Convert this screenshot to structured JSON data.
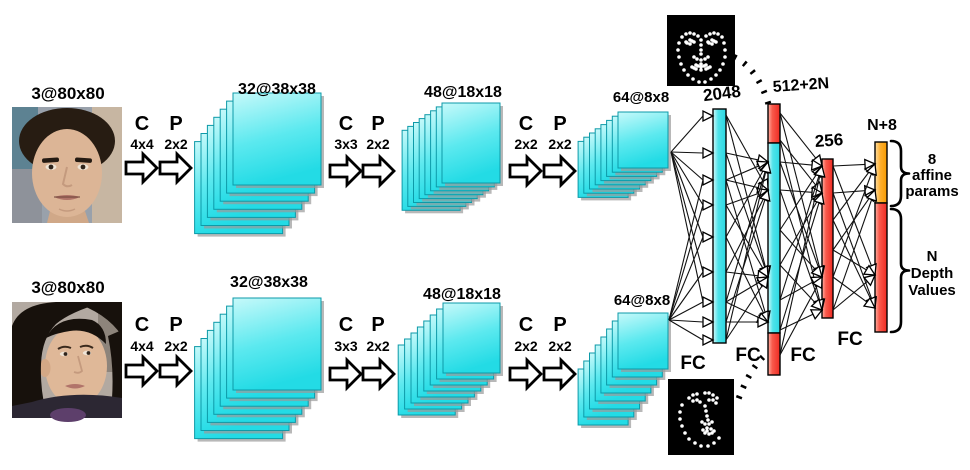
{
  "streams": [
    {
      "input_label": "3@80x80",
      "stages": [
        {
          "conv_label": "C",
          "conv_kernel": "4x4",
          "pool_label": "P",
          "pool_kernel": "2x2"
        },
        {
          "conv_label": "C",
          "conv_kernel": "3x3",
          "pool_label": "P",
          "pool_kernel": "2x2"
        },
        {
          "conv_label": "C",
          "conv_kernel": "2x2",
          "pool_label": "P",
          "pool_kernel": "2x2"
        }
      ],
      "feature_maps": [
        {
          "label": "32@38x38"
        },
        {
          "label": "48@18x18"
        },
        {
          "label": "64@8x8"
        }
      ]
    },
    {
      "input_label": "3@80x80",
      "stages": [
        {
          "conv_label": "C",
          "conv_kernel": "4x4",
          "pool_label": "P",
          "pool_kernel": "2x2"
        },
        {
          "conv_label": "C",
          "conv_kernel": "3x3",
          "pool_label": "P",
          "pool_kernel": "2x2"
        },
        {
          "conv_label": "C",
          "conv_kernel": "2x2",
          "pool_label": "P",
          "pool_kernel": "2x2"
        }
      ],
      "feature_maps": [
        {
          "label": "32@38x38"
        },
        {
          "label": "48@18x18"
        },
        {
          "label": "64@8x8"
        }
      ]
    }
  ],
  "fc_section": {
    "fc_labels": [
      "FC",
      "FC",
      "FC",
      "FC"
    ],
    "bars": [
      {
        "label": "2048",
        "color": "cyan"
      },
      {
        "label": "512+2N",
        "colors": [
          "red",
          "cyan",
          "red"
        ]
      },
      {
        "label": "256",
        "color": "red"
      },
      {
        "label": "N+8",
        "colors": [
          "orange",
          "red"
        ]
      }
    ]
  },
  "outputs": {
    "affine_params": {
      "lines": [
        "8",
        "affine",
        "params"
      ]
    },
    "depth_values": {
      "lines": [
        "N",
        "Depth",
        "Values"
      ]
    }
  },
  "colors": {
    "cyan": "#2CD8E2",
    "cyan_light": "#C6F9FA",
    "cyan_border": "#0D9AA8",
    "red": "#EE2A22",
    "red_light": "#FFB3A6",
    "orange": "#F69A00",
    "orange_light": "#FFE0A6",
    "shadow_gray": "#9A9A9A",
    "line_black": "#111111"
  }
}
